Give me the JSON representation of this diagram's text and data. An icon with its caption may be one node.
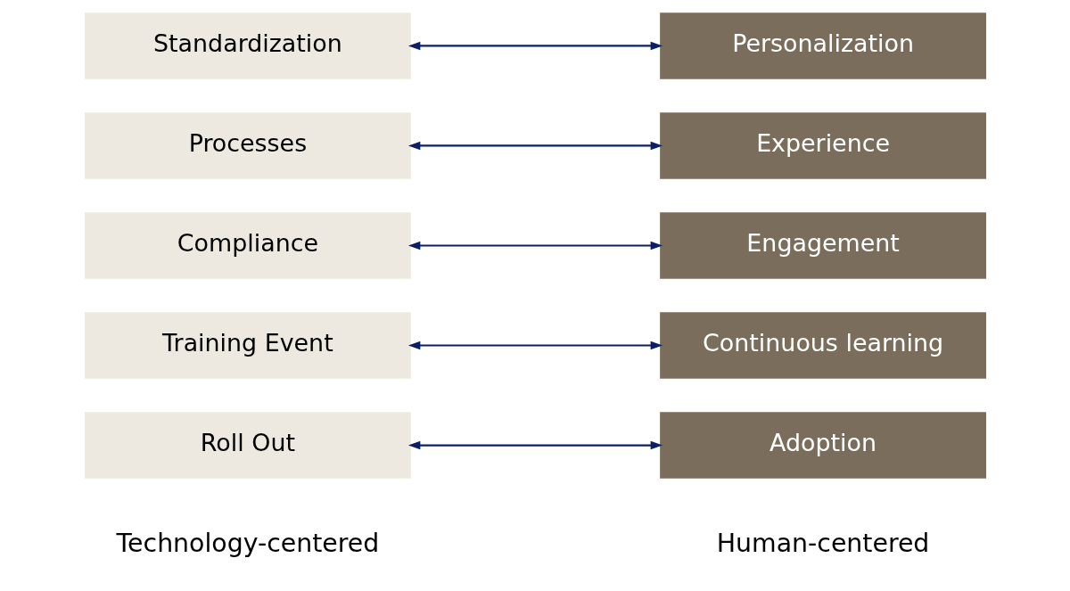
{
  "diagram": {
    "nodes": [
      {
        "text": [
          "Roll Out"
        ]
      },
      {
        "text": [
          "Training Event"
        ]
      },
      {
        "text": [
          "Compliance"
        ]
      },
      {
        "text": [
          "Processes"
        ]
      },
      {
        "text": [
          "Standardization"
        ]
      },
      {
        "text": [
          "Adoption"
        ]
      },
      {
        "text": [
          "Continuous learning"
        ]
      },
      {
        "text": [
          "Engagement"
        ]
      },
      {
        "text": [
          "Experience"
        ]
      },
      {
        "text": [
          "Personalization"
        ]
      }
    ],
    "edges": [
      {
        "from": 0,
        "to": 5,
        "arrow": "both"
      },
      {
        "from": 1,
        "to": 6,
        "arrow": "both"
      },
      {
        "from": 2,
        "to": 7,
        "arrow": "both"
      },
      {
        "from": 3,
        "to": 8,
        "arrow": "both"
      },
      {
        "from": 4,
        "to": 9,
        "arrow": "both"
      }
    ],
    "labels": [
      "Technology-centered",
      "Human-centered"
    ]
  }
}
